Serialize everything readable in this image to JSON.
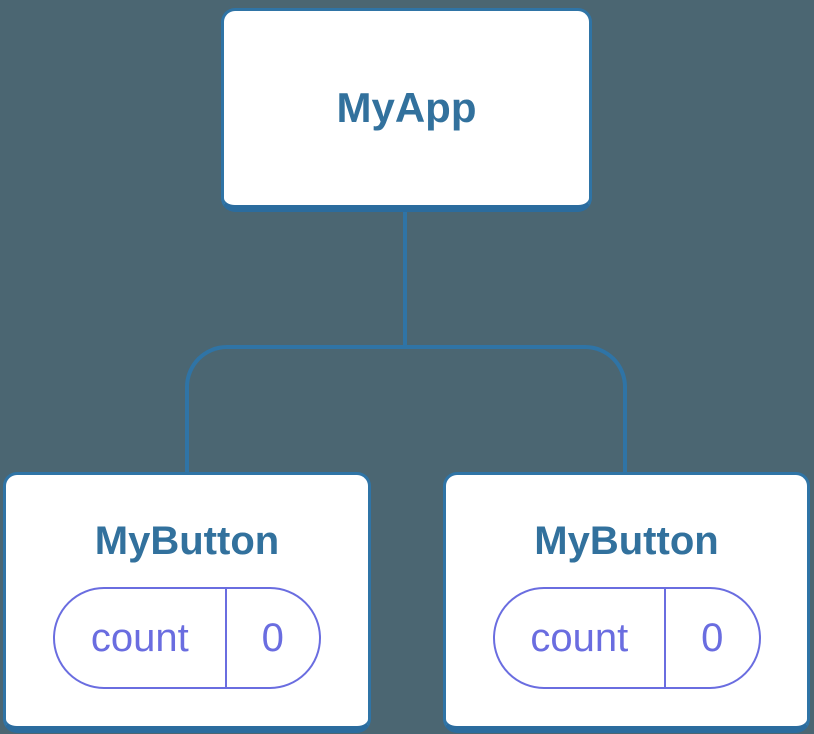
{
  "colors": {
    "background": "#4B6672",
    "node_fill": "#FFFFFF",
    "node_border": "#2F74A6",
    "node_border_bottom": "#2B6C9E",
    "node_text": "#32719D",
    "state_accent": "#6A6DE0"
  },
  "tree": {
    "root": {
      "label": "MyApp"
    },
    "children": [
      {
        "label": "MyButton",
        "state": {
          "key": "count",
          "value": "0"
        }
      },
      {
        "label": "MyButton",
        "state": {
          "key": "count",
          "value": "0"
        }
      }
    ]
  }
}
